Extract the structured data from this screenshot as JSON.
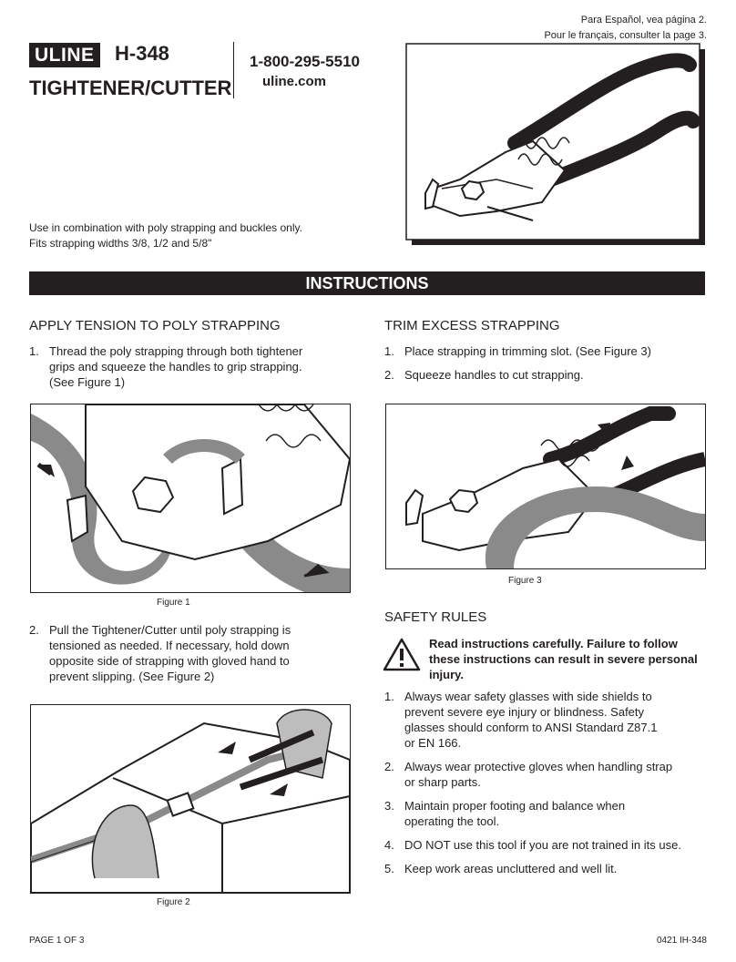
{
  "header": {
    "lang_es": "Para Español, vea página 2.",
    "lang_fr": "Pour le français, consulter la page 3.",
    "logo": "ULINE",
    "model": "H-348",
    "title": "TIGHTENER/CUTTER",
    "phone": "1-800-295-5510",
    "website": "uline.com"
  },
  "intro": {
    "line1": "Use in combination with poly strapping and buckles only.",
    "line2": "Fits strapping widths 3/8, 1/2 and 5/8\""
  },
  "banner": "INSTRUCTIONS",
  "tension": {
    "heading": "APPLY TENSION TO POLY STRAPPING",
    "steps": [
      {
        "num": "1.",
        "lines": [
          "Thread the poly strapping through both tightener",
          "grips and squeeze the handles to grip strapping.",
          "(See Figure 1)"
        ]
      },
      {
        "num": "2.",
        "lines": [
          "Pull the Tightener/Cutter until poly strapping is",
          "tensioned as needed. If necessary, hold down",
          "opposite side of strapping with gloved hand to",
          "prevent slipping. (See Figure 2)"
        ]
      }
    ],
    "figure1": "Figure 1",
    "figure2": "Figure 2"
  },
  "trim": {
    "heading": "TRIM EXCESS STRAPPING",
    "steps": [
      {
        "num": "1.",
        "lines": [
          "Place strapping in trimming slot. (See Figure 3)"
        ]
      },
      {
        "num": "2.",
        "lines": [
          "Squeeze handles to cut strapping."
        ]
      }
    ],
    "figure3": "Figure 3"
  },
  "safety": {
    "heading": "SAFETY RULES",
    "warning": [
      "Read instructions carefully. Failure to follow",
      "these instructions can result in severe personal",
      "injury."
    ],
    "rules": [
      {
        "num": "1.",
        "lines": [
          "Always wear safety glasses with side shields to",
          "prevent severe eye injury or blindness. Safety",
          "glasses should conform to ANSI Standard Z87.1",
          "or EN 166."
        ]
      },
      {
        "num": "2.",
        "lines": [
          "Always wear protective gloves when handling strap",
          "or sharp parts."
        ]
      },
      {
        "num": "3.",
        "lines": [
          "Maintain proper footing and balance when",
          "operating the tool."
        ]
      },
      {
        "num": "4.",
        "lines": [
          "DO NOT use this tool if you are not trained in its use."
        ]
      },
      {
        "num": "5.",
        "lines": [
          "Keep work areas uncluttered and well lit."
        ]
      }
    ]
  },
  "footer": {
    "page": "PAGE 1 OF 3",
    "code": "0421 IH-348"
  }
}
